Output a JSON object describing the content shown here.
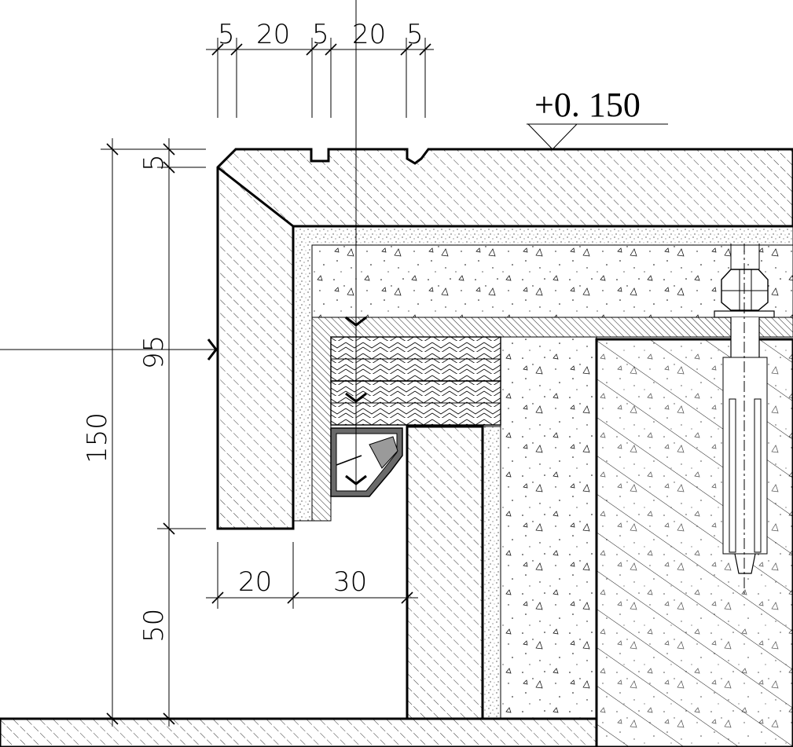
{
  "elevation": {
    "label": "+0. 150"
  },
  "dimensions": {
    "top": [
      "5",
      "20",
      "5",
      "20",
      "5"
    ],
    "left_inner": [
      "5",
      "95",
      "50"
    ],
    "left_outer": [
      "150"
    ],
    "bottom": [
      "20",
      "30"
    ]
  }
}
